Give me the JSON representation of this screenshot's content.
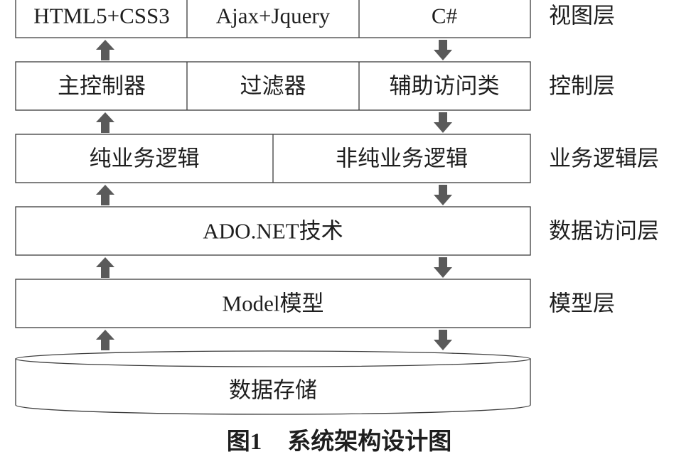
{
  "layers": [
    {
      "label": "视图层",
      "cells": [
        "HTML5+CSS3",
        "Ajax+Jquery",
        "C#"
      ]
    },
    {
      "label": "控制层",
      "cells": [
        "主控制器",
        "过滤器",
        "辅助访问类"
      ]
    },
    {
      "label": "业务逻辑层",
      "cells": [
        "纯业务逻辑",
        "非纯业务逻辑"
      ]
    },
    {
      "label": "数据访问层",
      "cells": [
        "ADO.NET技术"
      ]
    },
    {
      "label": "模型层",
      "cells": [
        "Model模型"
      ]
    }
  ],
  "storage": {
    "label": "数据存储"
  },
  "caption": {
    "figure_number": "图1",
    "title": "系统架构设计图"
  },
  "colors": {
    "border": "#3c3c3c",
    "arrow": "#5a5a5a",
    "text": "#1e1e1e"
  }
}
